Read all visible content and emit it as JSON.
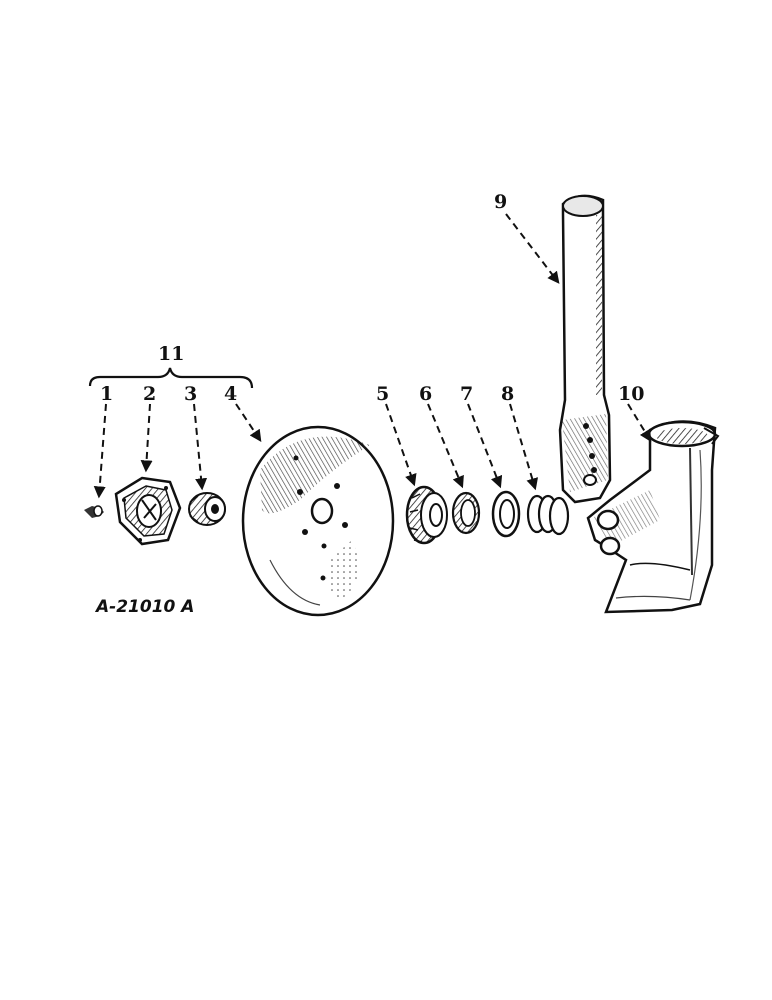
{
  "callouts": {
    "c1": "1",
    "c2": "2",
    "c3": "3",
    "c4": "4",
    "c5": "5",
    "c6": "6",
    "c7": "7",
    "c8": "8",
    "c9": "9",
    "c10": "10",
    "c11": "11"
  },
  "figure_ref": "A-21010 A",
  "colors": {
    "ink": "#111111",
    "paper": "#ffffff",
    "shade": "#555555"
  }
}
